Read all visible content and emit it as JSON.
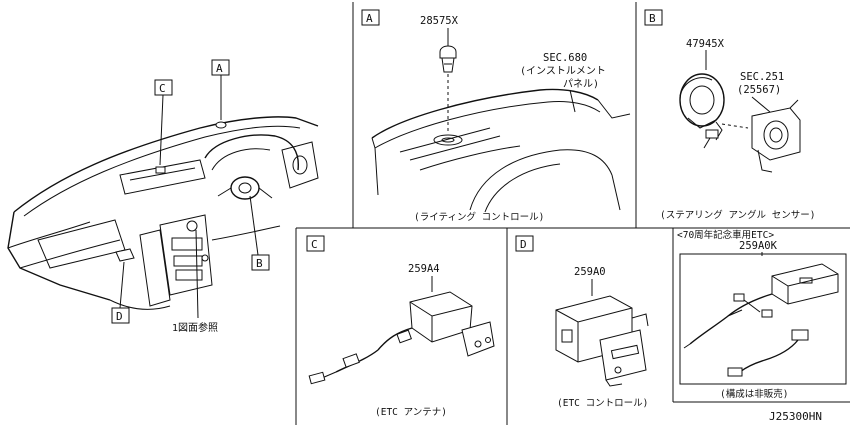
{
  "overview": {
    "callouts": [
      "A",
      "B",
      "C",
      "D"
    ],
    "reference_note": "1図面参照"
  },
  "panel_a": {
    "letter": "A",
    "part_number": "28575X",
    "sec_ref": "SEC.680",
    "sec_name": "(インストルメント",
    "sec_name2": "パネル)",
    "caption": "(ライティング コントロール)"
  },
  "panel_b": {
    "letter": "B",
    "part_number": "47945X",
    "sec_ref": "SEC.251",
    "sec_sub": "(25567)",
    "caption": "(ステアリング アングル センサー)"
  },
  "panel_c": {
    "letter": "C",
    "part_number": "259A4",
    "caption": "(ETC アンテナ)"
  },
  "panel_d": {
    "letter": "D",
    "part_number": "259A0",
    "caption": "(ETC コントロール)"
  },
  "panel_etc": {
    "title": "<70周年記念車用ETC>",
    "part_number": "259A0K",
    "caption": "(構成は非販売)"
  },
  "drawing_code": "J25300HN"
}
